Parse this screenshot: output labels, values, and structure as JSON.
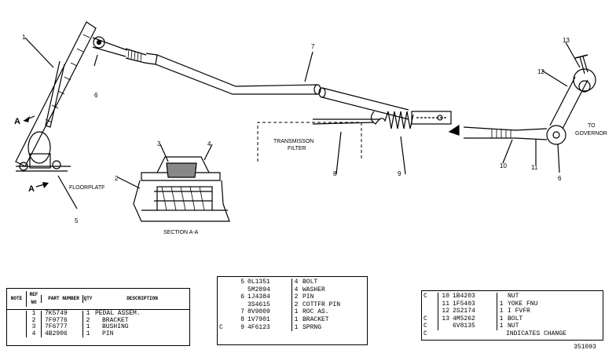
{
  "labels": {
    "section_marker_top": "A",
    "section_marker_bottom": "A",
    "floorplate": "FLOORPLATF",
    "section_caption": "SECTION A-A",
    "filter_line1": "TRANSMISSON",
    "filter_line2": "FILTER",
    "to_governor_line1": "TO",
    "to_governor_line2": "GOVERNOR"
  },
  "callouts": [
    "1",
    "2",
    "3",
    "4",
    "5",
    "6",
    "6",
    "7",
    "8",
    "9",
    "10",
    "11",
    "12",
    "13"
  ],
  "table1": {
    "headers": {
      "note": "NOTE",
      "ref": "REF NO",
      "part": "PART NUMBER",
      "qty": "QTY",
      "desc": "DESCRIPTION"
    },
    "rows": [
      {
        "note": "",
        "ref": "1",
        "part": "7K5749",
        "qty": "1",
        "desc": "PEDAL ASSEM."
      },
      {
        "note": "",
        "ref": "2",
        "part": "7F9776",
        "qty": "2",
        "desc": "BRACKET"
      },
      {
        "note": "",
        "ref": "3",
        "part": "7F6777",
        "qty": "1",
        "desc": "BUSHING"
      },
      {
        "note": "",
        "ref": "4",
        "part": "4B2906",
        "qty": "1",
        "desc": "PIN"
      }
    ]
  },
  "table2": {
    "rows": [
      {
        "note": "",
        "ref": "5",
        "part": "0L1351",
        "qty": "4",
        "desc": "BOLT"
      },
      {
        "note": "",
        "ref": "",
        "part": "5M2894",
        "qty": "4",
        "desc": "WASHER"
      },
      {
        "note": "",
        "ref": "6",
        "part": "1J4384",
        "qty": "2",
        "desc": "PIN"
      },
      {
        "note": "",
        "ref": "",
        "part": "3S4615",
        "qty": "2",
        "desc": "COTTFR PIN"
      },
      {
        "note": "",
        "ref": "7",
        "part": "8V9009",
        "qty": "1",
        "desc": "ROC AS."
      },
      {
        "note": "",
        "ref": "8",
        "part": "1V7901",
        "qty": "1",
        "desc": "BRACKET"
      },
      {
        "note": "C",
        "ref": "9",
        "part": "4F6123",
        "qty": "1",
        "desc": "SPRNG"
      }
    ]
  },
  "table3": {
    "rows": [
      {
        "note": "C",
        "ref": "10",
        "part": "1B4203",
        "qty": "",
        "desc": "NUT"
      },
      {
        "note": "",
        "ref": "11",
        "part": "1F5403",
        "qty": "1",
        "desc": "YOKE FNU"
      },
      {
        "note": "",
        "ref": "12",
        "part": "2S2174",
        "qty": "1",
        "desc": "I FVFR"
      },
      {
        "note": "C",
        "ref": "13",
        "part": "4M5262",
        "qty": "1",
        "desc": "BOLT"
      },
      {
        "note": "C",
        "ref": "",
        "part": "6V8135",
        "qty": "1",
        "desc": "NUT"
      },
      {
        "note": "C",
        "ref": "",
        "part": "",
        "qty": "",
        "desc": "INDICATES CHANGE"
      }
    ]
  },
  "doc_number": "351093"
}
